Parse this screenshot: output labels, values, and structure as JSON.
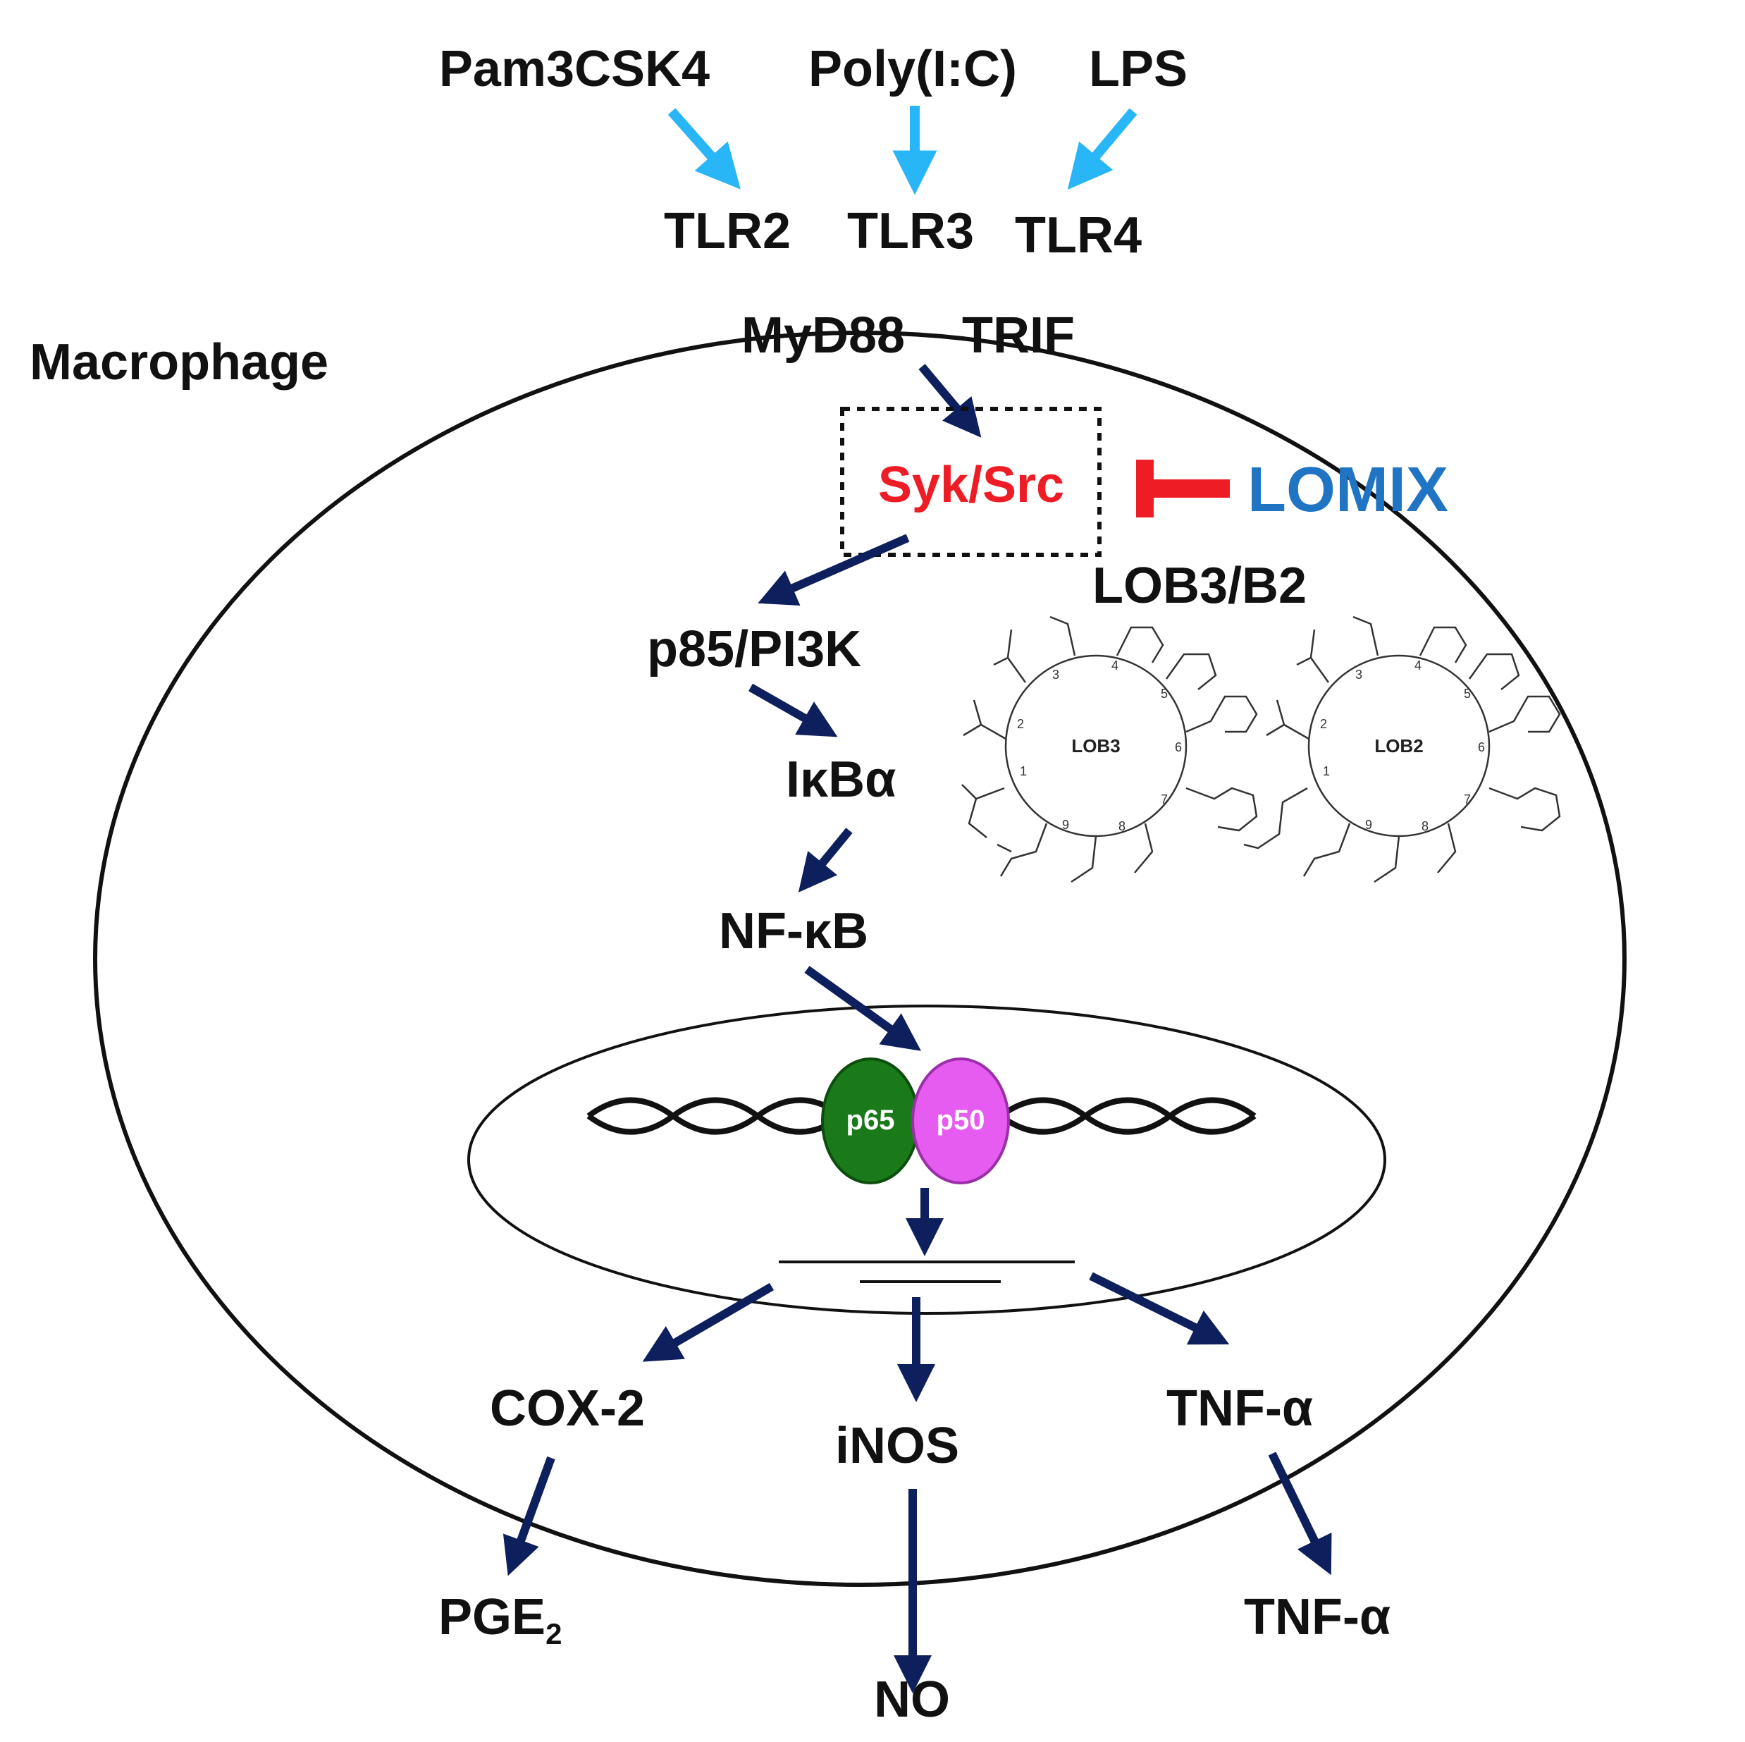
{
  "colors": {
    "ligand_arrow": "#29b6f6",
    "pathway_arrow": "#0d1f5c",
    "target": "#ee1c25",
    "inhibitor_bar": "#ee1c25",
    "drug": "#1f74c4",
    "p65": "#1a7a1a",
    "p50": "#e75cf0"
  },
  "ligands": [
    "Pam3CSK4",
    "Poly(I:C)",
    "LPS"
  ],
  "receptors": [
    "TLR2",
    "TLR3",
    "TLR4"
  ],
  "cell_label": "Macrophage",
  "adaptors": [
    "MyD88",
    "TRIF"
  ],
  "target": "Syk/Src",
  "drug": "LOMIX",
  "compounds_label": "LOB3/B2",
  "structures": [
    {
      "name": "LOB3",
      "ring_numbers": [
        "1",
        "2",
        "3",
        "4",
        "5",
        "6",
        "7",
        "8",
        "9"
      ]
    },
    {
      "name": "LOB2",
      "ring_numbers": [
        "1",
        "2",
        "3",
        "4",
        "5",
        "6",
        "7",
        "8",
        "9"
      ]
    }
  ],
  "pathway": [
    "p85/PI3K",
    "IκBα",
    "NF-κB"
  ],
  "nf_kb_subunits": [
    "p65",
    "p50"
  ],
  "genes": [
    "COX-2",
    "iNOS",
    "TNF-α"
  ],
  "products": {
    "pge": "PGE",
    "pge_sub": "2",
    "no": "NO",
    "tnf": "TNF-α"
  }
}
